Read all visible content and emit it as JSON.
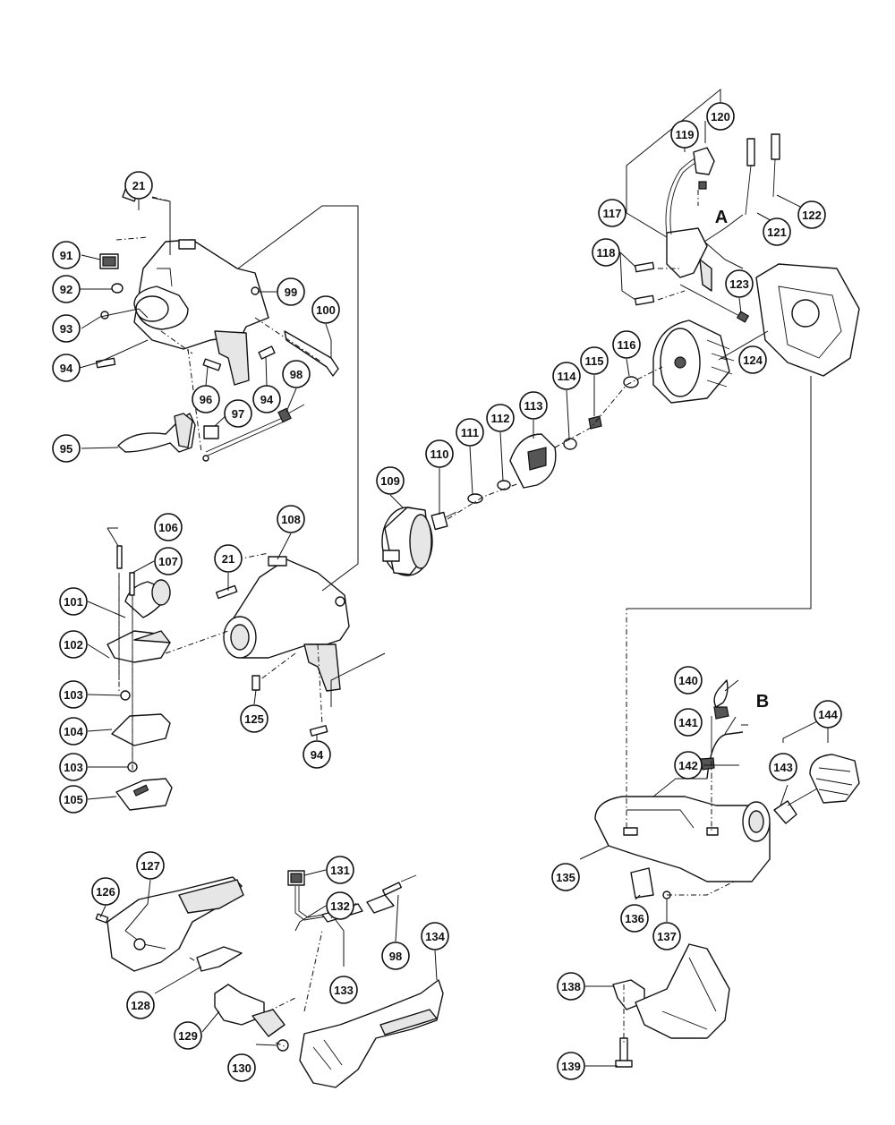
{
  "diagram": {
    "labels": [
      "21",
      "91",
      "92",
      "93",
      "94",
      "95",
      "96",
      "97",
      "98",
      "99",
      "100",
      "101",
      "102",
      "103",
      "104",
      "105",
      "106",
      "107",
      "108",
      "109",
      "110",
      "111",
      "112",
      "113",
      "114",
      "115",
      "116",
      "117",
      "118",
      "119",
      "120",
      "121",
      "122",
      "123",
      "124",
      "125",
      "126",
      "127",
      "128",
      "129",
      "130",
      "131",
      "132",
      "133",
      "134",
      "135",
      "136",
      "137",
      "138",
      "139",
      "140",
      "141",
      "142",
      "143",
      "144"
    ],
    "references": [
      "A",
      "B"
    ]
  }
}
